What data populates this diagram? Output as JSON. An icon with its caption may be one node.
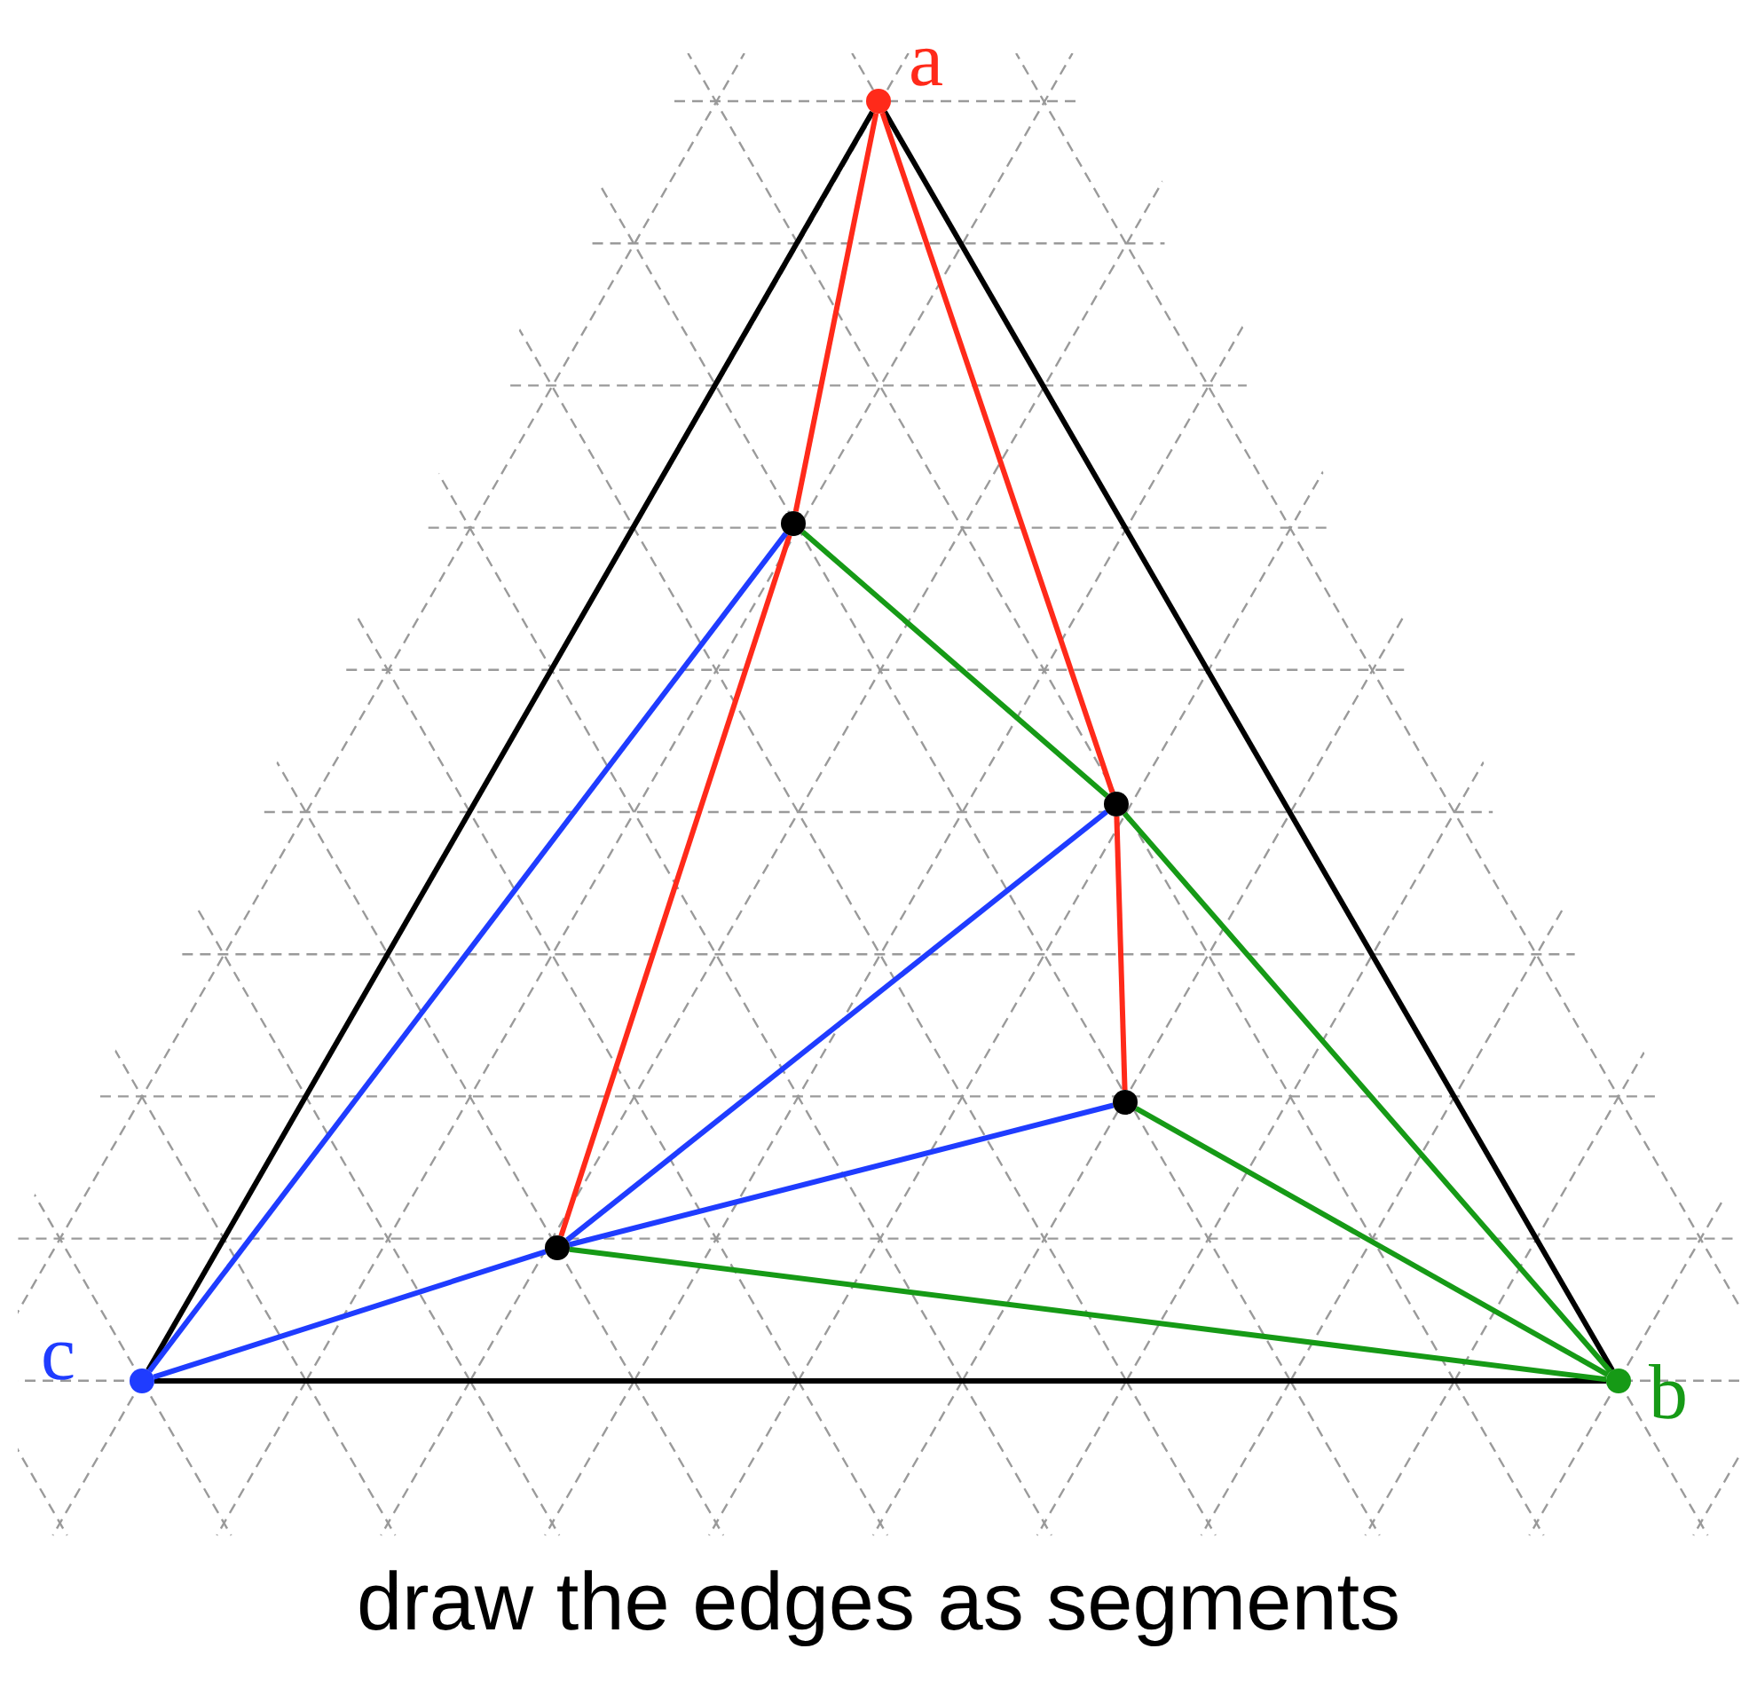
{
  "diagram": {
    "caption": "draw the edges as segments",
    "nodes": [
      {
        "text": [],
        "shape": "circle",
        "beside": [
          "a"
        ]
      },
      {
        "text": [],
        "shape": "circle",
        "beside": [
          "b"
        ]
      },
      {
        "text": [],
        "shape": "circle",
        "beside": [
          "c"
        ]
      },
      {
        "text": [],
        "shape": "circle"
      },
      {
        "text": [],
        "shape": "circle"
      },
      {
        "text": [],
        "shape": "circle"
      },
      {
        "text": [],
        "shape": "circle"
      }
    ],
    "edges": [
      {
        "from": 0,
        "to": 2,
        "arrow": "none",
        "color": "#000000"
      },
      {
        "from": 0,
        "to": 1,
        "arrow": "none",
        "color": "#000000"
      },
      {
        "from": 2,
        "to": 1,
        "arrow": "none",
        "color": "#000000"
      },
      {
        "from": 0,
        "to": 3,
        "arrow": "none",
        "color": "#ff2a1a"
      },
      {
        "from": 3,
        "to": 6,
        "arrow": "none",
        "color": "#ff2a1a"
      },
      {
        "from": 0,
        "to": 4,
        "arrow": "none",
        "color": "#ff2a1a"
      },
      {
        "from": 4,
        "to": 5,
        "arrow": "none",
        "color": "#ff2a1a"
      },
      {
        "from": 3,
        "to": 2,
        "arrow": "none",
        "color": "#1f3cff"
      },
      {
        "from": 4,
        "to": 6,
        "arrow": "none",
        "color": "#1f3cff"
      },
      {
        "from": 5,
        "to": 6,
        "arrow": "none",
        "color": "#1f3cff"
      },
      {
        "from": 6,
        "to": 2,
        "arrow": "none",
        "color": "#1f3cff"
      },
      {
        "from": 3,
        "to": 4,
        "arrow": "none",
        "color": "#169a16"
      },
      {
        "from": 4,
        "to": 1,
        "arrow": "none",
        "color": "#169a16"
      },
      {
        "from": 5,
        "to": 1,
        "arrow": "none",
        "color": "#169a16"
      },
      {
        "from": 6,
        "to": 1,
        "arrow": "none",
        "color": "#169a16"
      }
    ]
  }
}
